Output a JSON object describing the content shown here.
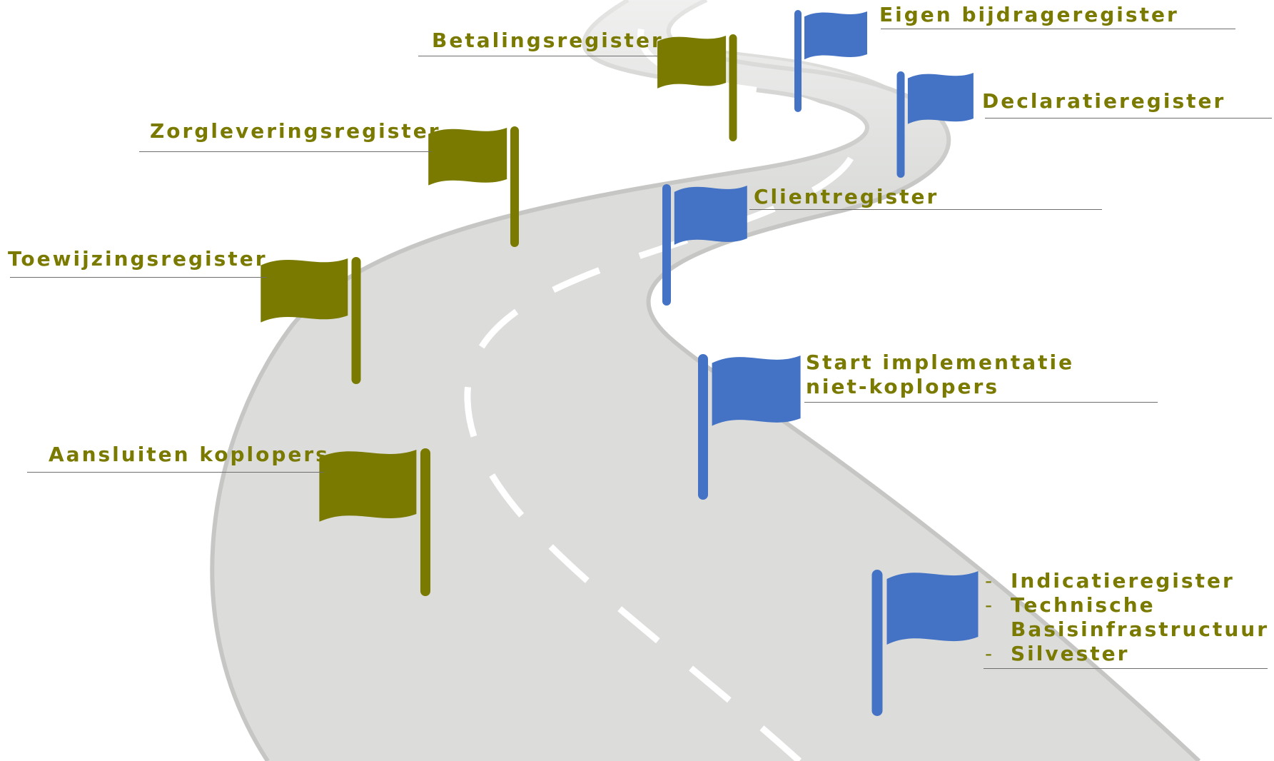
{
  "colors": {
    "road": "#dcdddb",
    "road_edge": "#c8c9c6",
    "lane_marking": "#ffffff",
    "flag_green": "#7a7a00",
    "flag_blue": "#4472c4",
    "label_text": "#7a7a00"
  },
  "flags": [
    {
      "id": "aansluiten",
      "color": "green",
      "label": "Aansluiten koplopers"
    },
    {
      "id": "toewijzing",
      "color": "green",
      "label": "Toewijzingsregister"
    },
    {
      "id": "zorglevering",
      "color": "green",
      "label": "Zorgleveringsregister"
    },
    {
      "id": "betaling",
      "color": "green",
      "label": "Betalingsregister"
    },
    {
      "id": "eigen-bijdrage",
      "color": "blue",
      "label": "Eigen bijdrageregister"
    },
    {
      "id": "declaratie",
      "color": "blue",
      "label": "Declaratieregister"
    },
    {
      "id": "client",
      "color": "blue",
      "label": "Clientregister"
    },
    {
      "id": "start-impl",
      "color": "blue",
      "label_lines": [
        "Start implementatie",
        "niet-koplopers"
      ]
    },
    {
      "id": "indicatie",
      "color": "blue",
      "items": [
        {
          "dash": "-",
          "lines": [
            "Indicatieregister"
          ]
        },
        {
          "dash": "-",
          "lines": [
            "Technische",
            "Basisinfrastructuur"
          ]
        },
        {
          "dash": "-",
          "lines": [
            "Silvester"
          ]
        }
      ]
    }
  ]
}
